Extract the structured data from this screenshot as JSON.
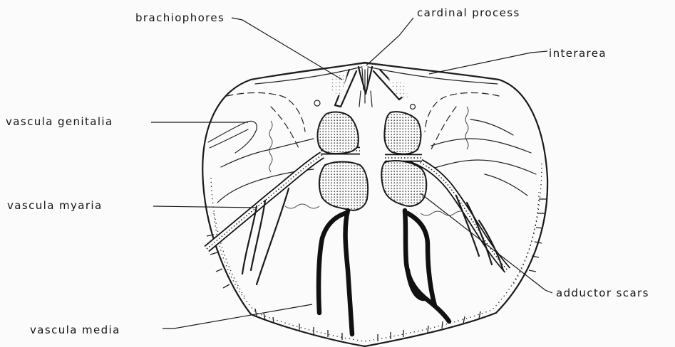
{
  "labels": {
    "brachiophores": "brachiophores",
    "cardinal_process": "cardinal process",
    "interarea": "interarea",
    "vascula_genitalia": "vascula genitalia",
    "vascula_myaria": "vascula myaria",
    "adductor_scars": "adductor scars",
    "vascula_media": "vascula media"
  }
}
